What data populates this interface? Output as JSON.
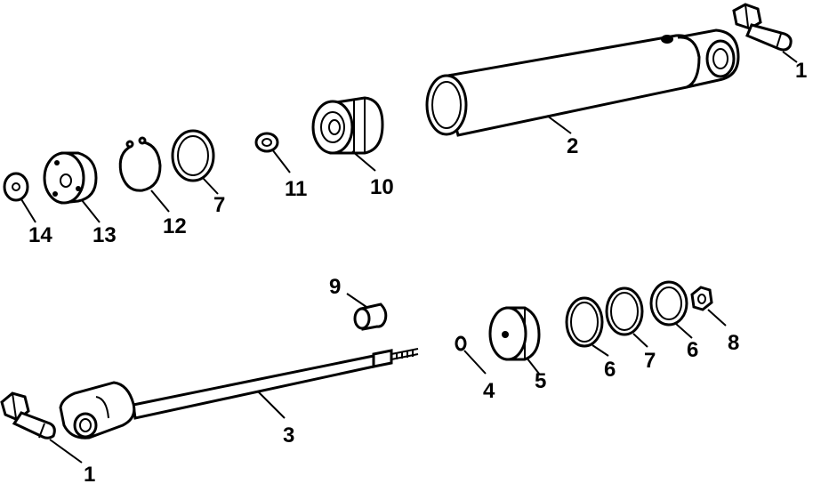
{
  "colors": {
    "ink": "#000000",
    "paper": "#ffffff"
  },
  "labels": {
    "bolt_top": "1",
    "barrel": "2",
    "rod": "3",
    "oring_small": "4",
    "piston": "5",
    "ring_a": "6",
    "ring_b": "7",
    "ring_c": "6",
    "nut": "8",
    "bushing": "9",
    "gland": "10",
    "washer_small": "11",
    "snap_ring": "12",
    "end_cap": "13",
    "washer_end": "14",
    "seal_ring": "7",
    "bolt_bottom": "1"
  }
}
